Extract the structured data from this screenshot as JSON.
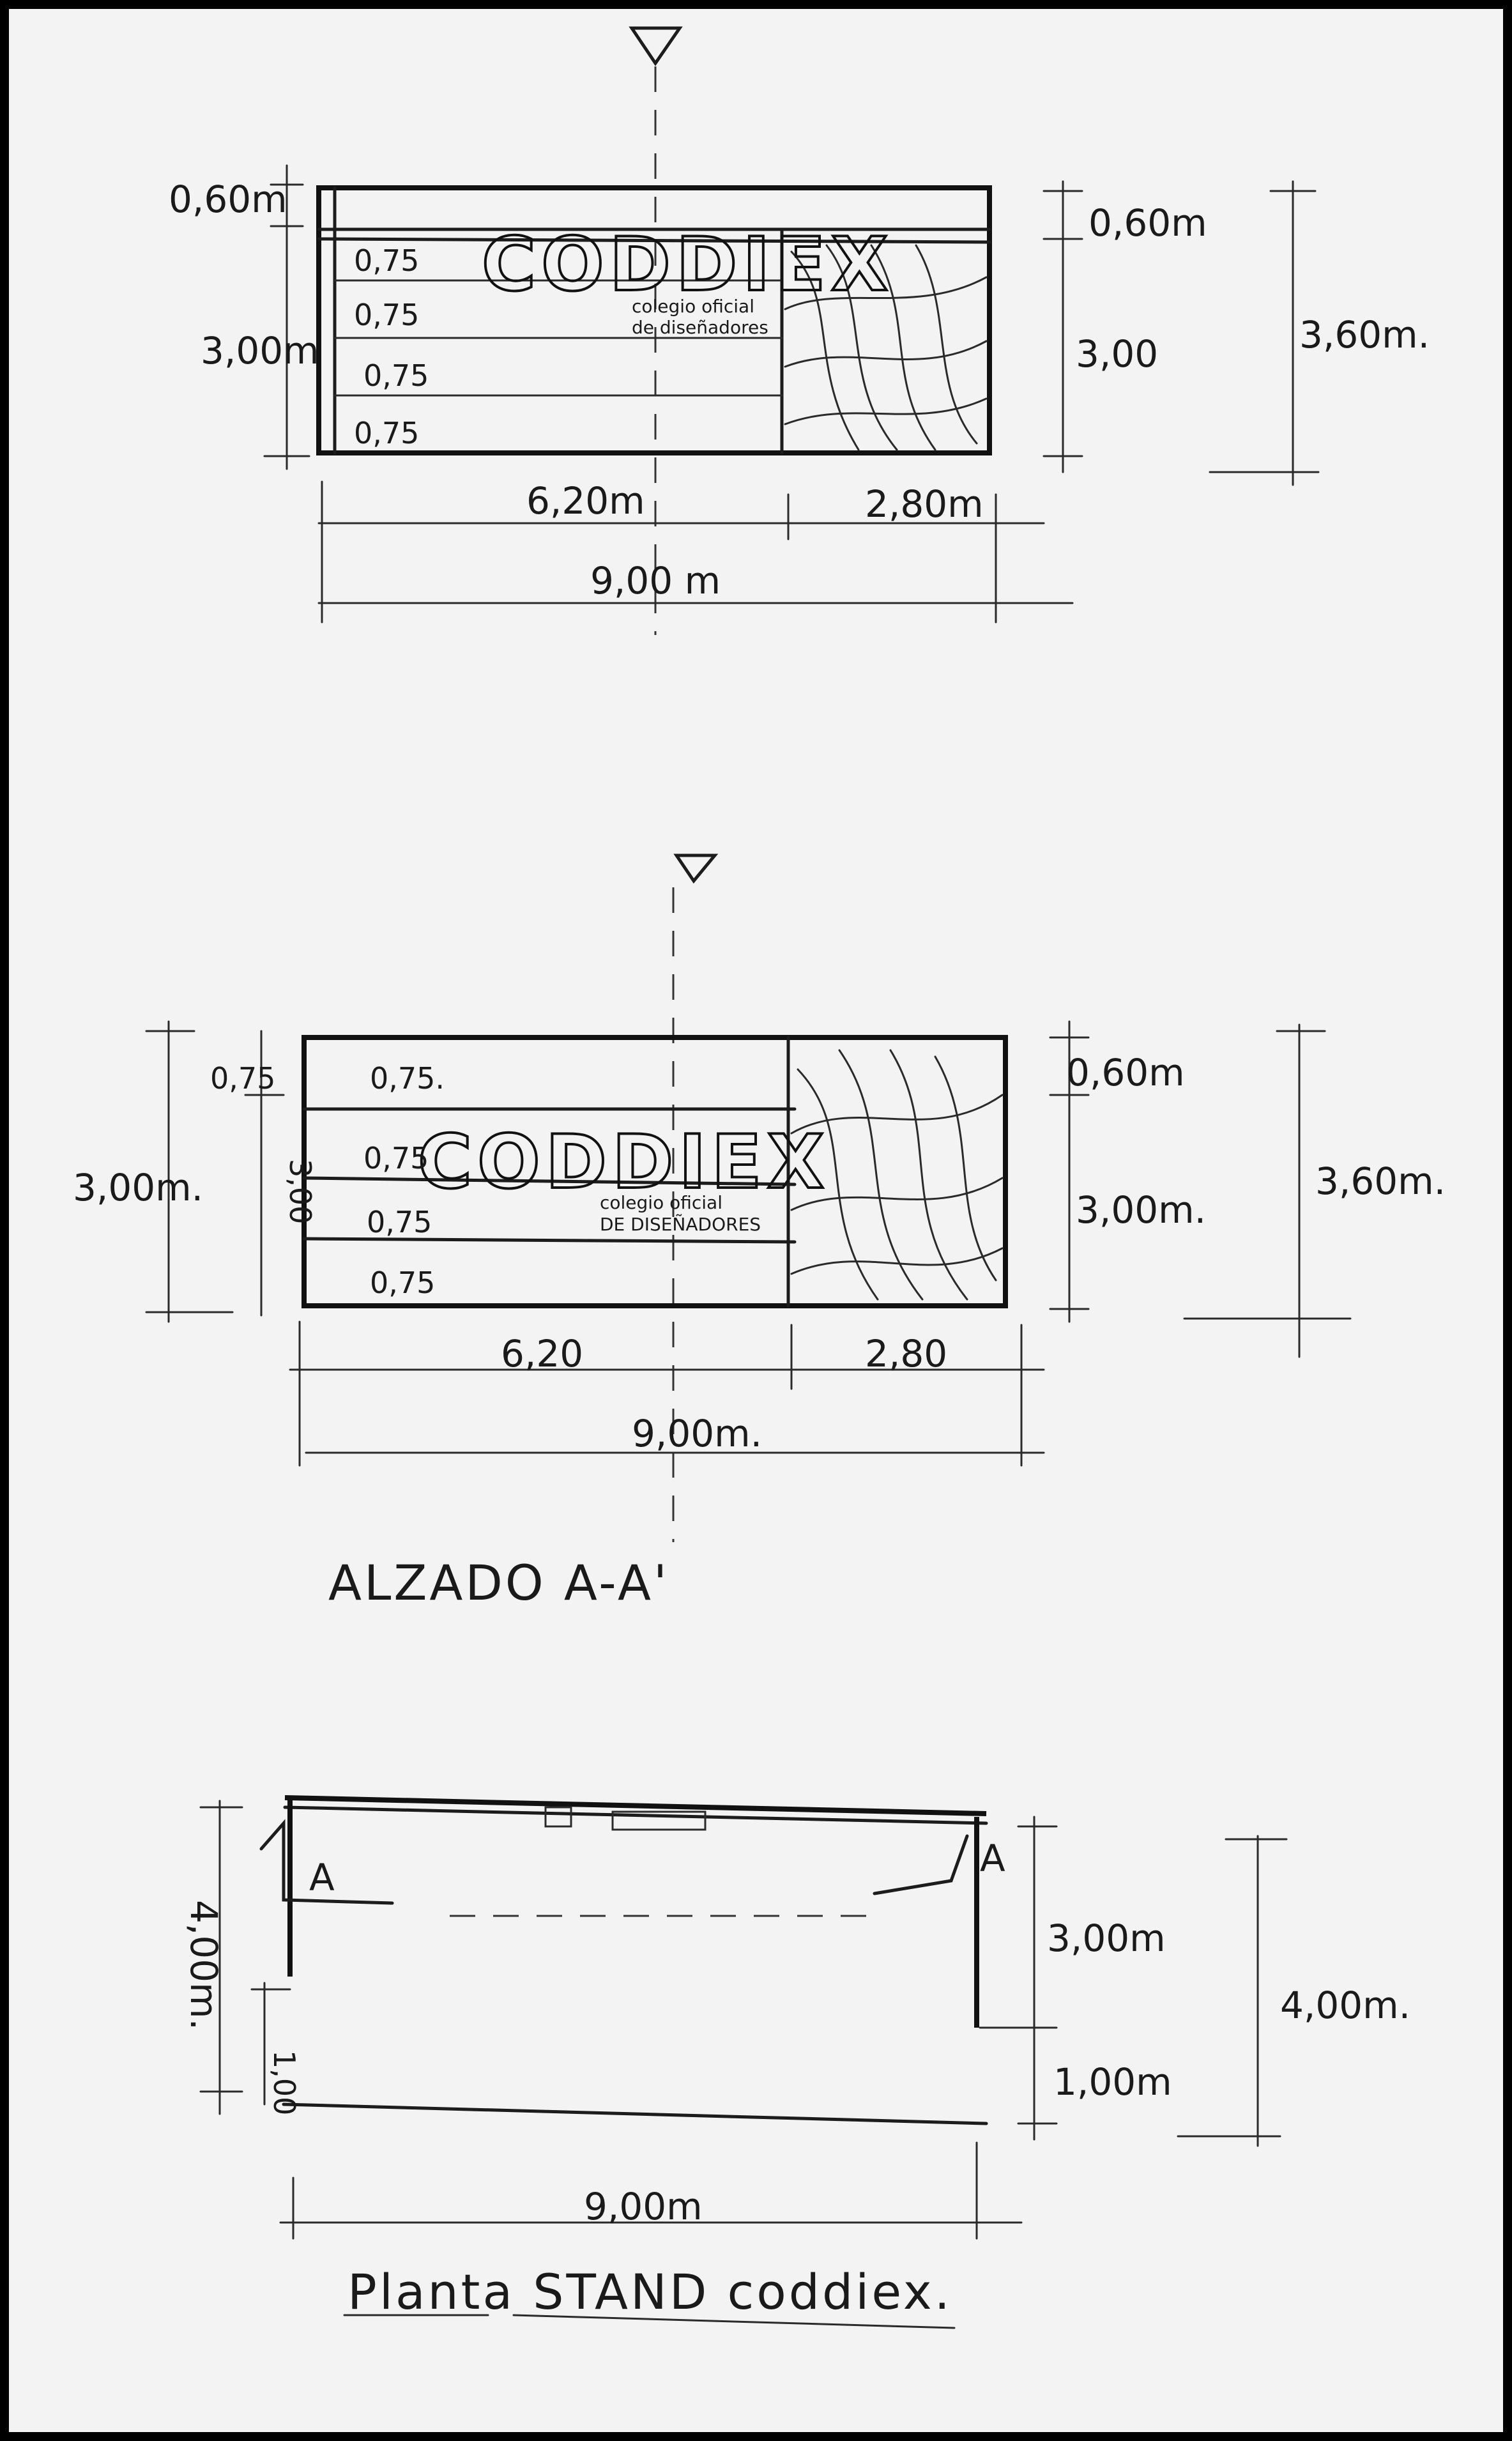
{
  "elevation_top": {
    "top_band": "0,60m",
    "panel_heights": [
      "0,75",
      "0,75",
      "0,75",
      "0,75"
    ],
    "left_height": "3,00m",
    "right_top": "0,60m",
    "right_mid": "3,00",
    "right_total": "3,60m.",
    "width_left": "6,20m",
    "width_right": "2,80m",
    "width_total": "9,00 m",
    "logo": "CODDIEX",
    "logo_sub": [
      "colegio oficial",
      "de diseñadores"
    ]
  },
  "elevation_aa": {
    "top_band": "0,75",
    "panel_heights": [
      "0,75.",
      "0,75",
      "0,75",
      "0,75"
    ],
    "left_height": "3,00m.",
    "left_inner": "3,00",
    "right_top": "0,60m",
    "right_mid": "3,00m.",
    "right_total": "3,60m.",
    "width_left": "6,20",
    "width_right": "2,80",
    "width_total": "9,00m.",
    "logo": "CODDIEX",
    "logo_sub": [
      "colegio oficial",
      "DE DISEÑADORES"
    ],
    "caption": "ALZADO A-A'"
  },
  "plan": {
    "marker_left": "A",
    "marker_right": "A",
    "left_total": "4,00m.",
    "left_inner": "1,00",
    "right_upper": "3,00m",
    "right_lower": "1,00m",
    "right_total": "4,00m.",
    "width_total": "9,00m",
    "caption": "Planta STAND coddiex."
  }
}
